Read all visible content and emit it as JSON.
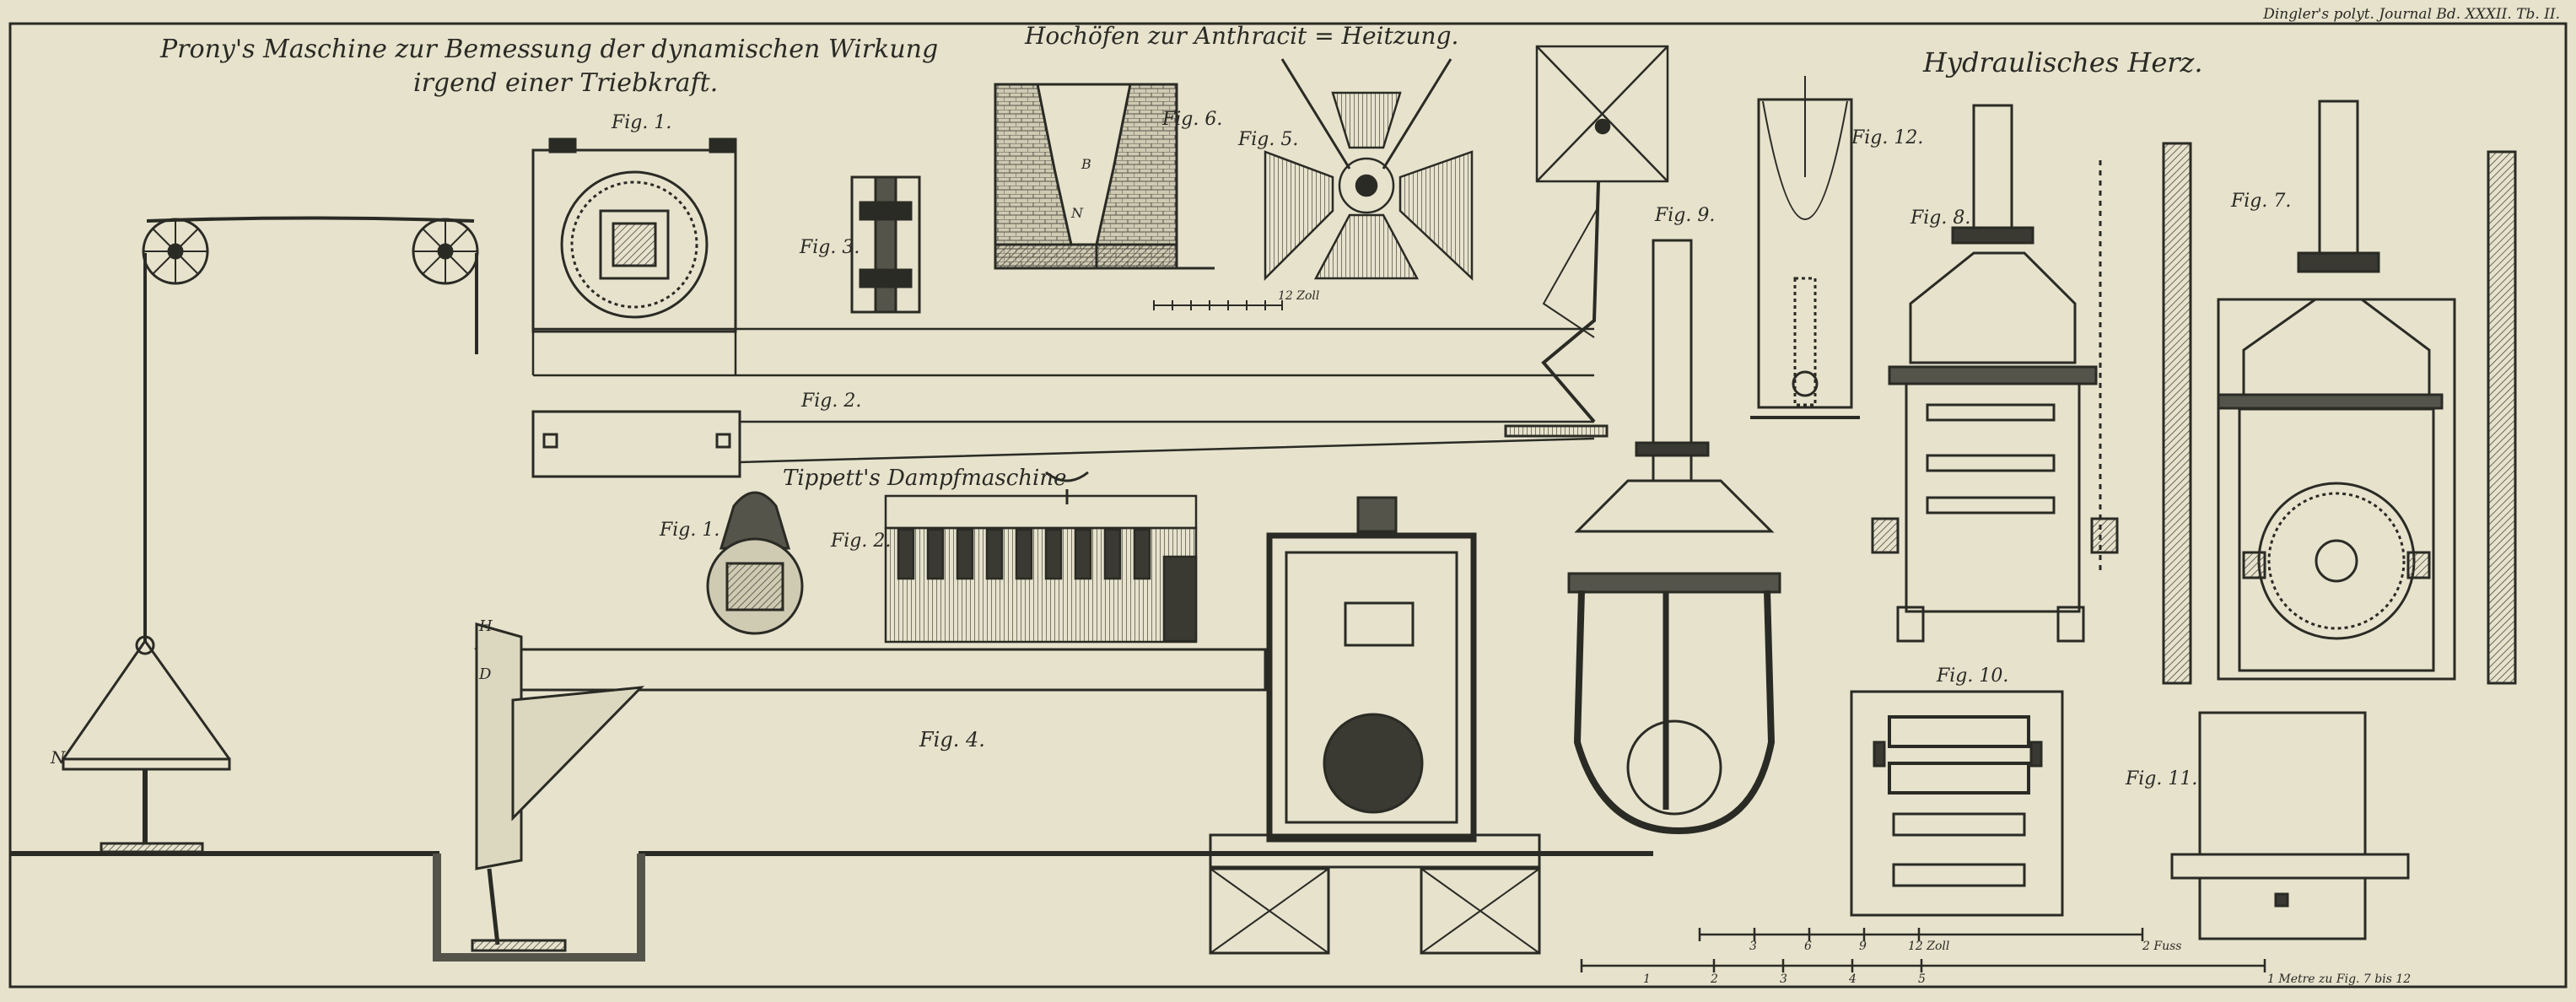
{
  "colors": {
    "paper": "#e6e2cc",
    "ink": "#2b2b25",
    "shade": "#55544a",
    "dark": "#3a3a33"
  },
  "plate_ref": "Dingler's polyt. Journal Bd. XXXII. Tb. II.",
  "titles": {
    "prony_line1": "Prony's Maschine zur Bemessung der dynamischen Wirkung",
    "prony_line2": "irgend einer Triebkraft.",
    "hochofen": "Hochöfen zur Anthracit = Heitzung.",
    "hydraulic": "Hydraulisches Herz.",
    "tippett": "Tippett's Dampfmaschine"
  },
  "figs": {
    "f1": "Fig. 1.",
    "f2": "Fig. 2.",
    "f3": "Fig. 3.",
    "f4": "Fig. 4.",
    "f5": "Fig. 5.",
    "f6": "Fig. 6.",
    "f7": "Fig. 7.",
    "f8": "Fig. 8.",
    "f9": "Fig. 9.",
    "f10": "Fig. 10.",
    "f11": "Fig. 11.",
    "f12": "Fig. 12.",
    "t1": "Fig. 1.",
    "t2": "Fig. 2."
  },
  "scales": {
    "small_label": "12 Zoll",
    "zoll_label": "12 Zoll",
    "fuss_label": "2 Fuss",
    "zoll_ticks": [
      "3",
      "6",
      "9"
    ],
    "metre_ticks": [
      "1",
      "2",
      "3",
      "4",
      "5"
    ],
    "metre_label": "1 Metre zu Fig. 7 bis 12"
  }
}
